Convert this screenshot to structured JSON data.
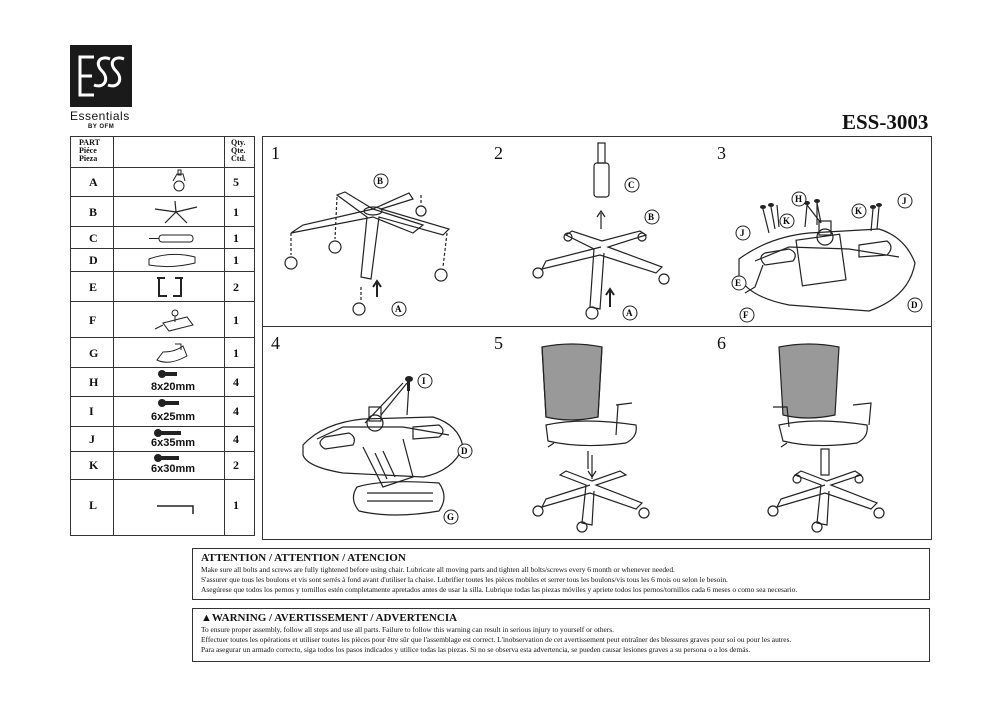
{
  "brand": {
    "logo_text": "ESS",
    "name": "Essentials",
    "sub": "BY OFM"
  },
  "model": "ESS-3003",
  "parts_table": {
    "headers": {
      "part": [
        "PART",
        "Piéce",
        "Pieza"
      ],
      "qty": [
        "Qty.",
        "Qte.",
        "Ctd."
      ]
    },
    "rows": [
      {
        "letter": "A",
        "qty": "5",
        "icon": "caster-icon",
        "dim": ""
      },
      {
        "letter": "B",
        "qty": "1",
        "icon": "base-icon",
        "dim": ""
      },
      {
        "letter": "C",
        "qty": "1",
        "icon": "gas-cylinder-icon",
        "dim": ""
      },
      {
        "letter": "D",
        "qty": "1",
        "icon": "seat-icon",
        "dim": ""
      },
      {
        "letter": "E",
        "qty": "2",
        "icon": "armrest-bracket-icon",
        "dim": ""
      },
      {
        "letter": "F",
        "qty": "1",
        "icon": "mechanism-icon",
        "dim": ""
      },
      {
        "letter": "G",
        "qty": "1",
        "icon": "back-bracket-icon",
        "dim": ""
      },
      {
        "letter": "H",
        "qty": "4",
        "icon": "bolt-icon",
        "dim": "8x20mm"
      },
      {
        "letter": "I",
        "qty": "4",
        "icon": "bolt-icon",
        "dim": "6x25mm"
      },
      {
        "letter": "J",
        "qty": "4",
        "icon": "bolt-icon",
        "dim": "6x35mm"
      },
      {
        "letter": "K",
        "qty": "2",
        "icon": "bolt-icon",
        "dim": "6x30mm"
      },
      {
        "letter": "L",
        "qty": "1",
        "icon": "allen-key-icon",
        "dim": ""
      }
    ]
  },
  "steps": [
    {
      "num": "1",
      "labels": [
        "B",
        "A"
      ]
    },
    {
      "num": "2",
      "labels": [
        "C",
        "B",
        "A"
      ]
    },
    {
      "num": "3",
      "labels": [
        "H",
        "K",
        "J",
        "J",
        "K",
        "E",
        "F",
        "D"
      ]
    },
    {
      "num": "4",
      "labels": [
        "I",
        "D",
        "G"
      ]
    },
    {
      "num": "5",
      "labels": []
    },
    {
      "num": "6",
      "labels": []
    }
  ],
  "attention": {
    "title": "ATTENTION / ATTENTION / ATENCION",
    "lines": [
      "Make sure all bolts and screws are fully tightened before using chair. Lubricate all moving parts and tighten all bolts/screws every 6 month or whenever needed.",
      "S'assurer que tous les boulons et vis sont serrés à fond avant d'utiliser la chaise. Lubrifier toutes les pièces mobiles et serrer tous les boulons/vis tous les 6 mois ou selon le besoin.",
      "Asegúrese que todos los pernos y tornillos estén completamente apretados antes de usar la silla. Lubrique todas las piezas móviles y apriete todos los pernos/tornillos cada 6 meses o como sea necesario."
    ]
  },
  "warning": {
    "title": "WARNING / AVERTISSEMENT / ADVERTENCIA",
    "lines": [
      "To ensure proper assembly, follow all steps and use all parts. Failure to follow this warning can result in serious injury to yourself or others.",
      "Effectuer toutes les opérations et utiliser toutes les pièces pour être sûr que l'assemblage est correct. L'inobservation de cet avertissement peut entraîner des blessures graves pour soi ou pour les autres.",
      "Para asegurar un armado correcto, siga todos los pasos indicados y utilice todas las piezas. Si no se observa esta advertencia, se pueden causar lesiones graves a su persona o a los demás."
    ]
  }
}
